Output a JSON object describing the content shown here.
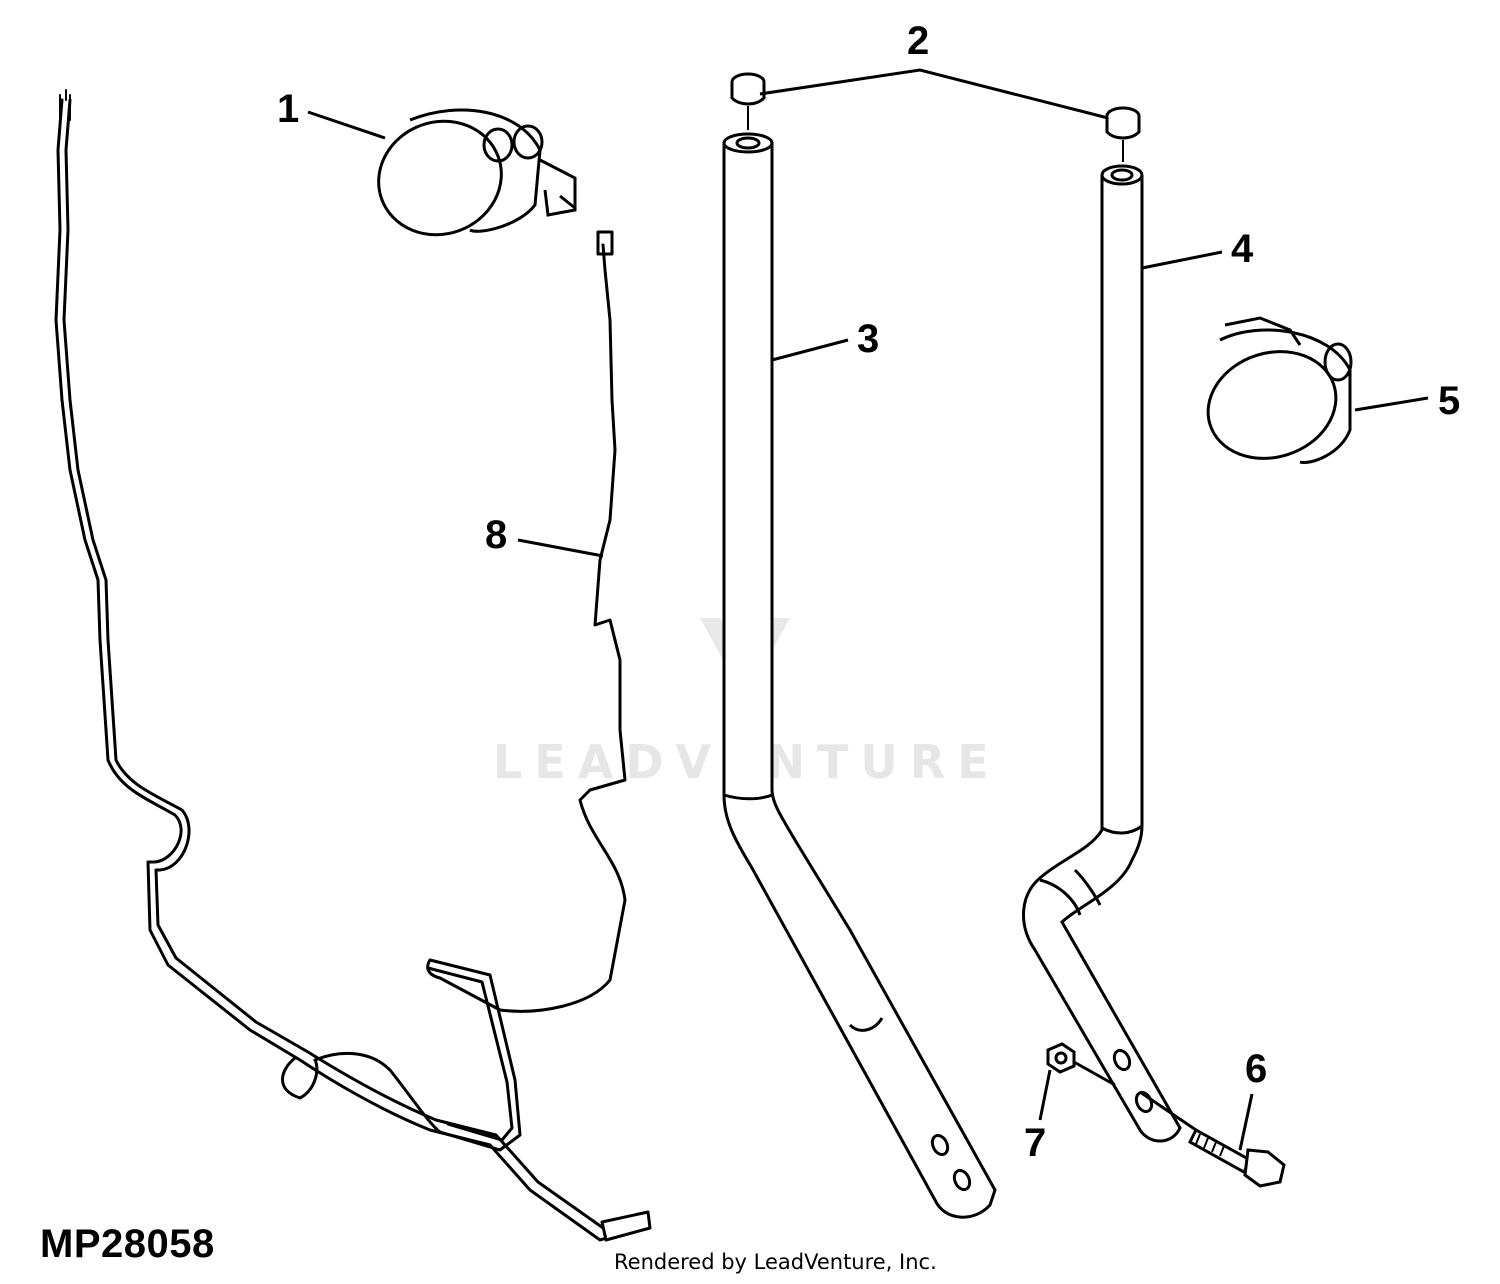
{
  "figure_id": "MP28058",
  "credit": "Rendered by LeadVenture, Inc.",
  "watermark": "LEADVENTURE",
  "callouts": [
    "1",
    "2",
    "3",
    "4",
    "5",
    "6",
    "7",
    "8"
  ],
  "line_color": "#000000",
  "watermark_color": "#e6e6e6"
}
